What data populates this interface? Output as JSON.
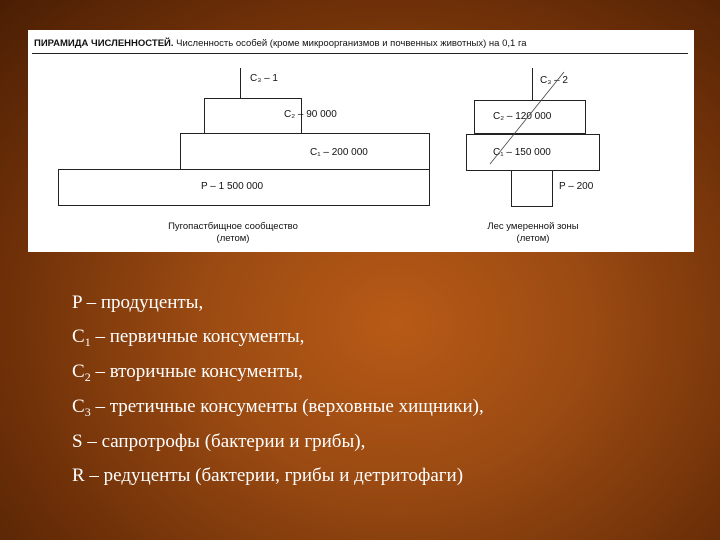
{
  "figure": {
    "title_bold": "ПИРАМИДА ЧИСЛЕННОСТЕЙ.",
    "title_rest": " Численность особей (кроме микроорганизмов и почвенных животных)  на  0,1 га",
    "left_pyramid": {
      "c3": "C₃ – 1",
      "c2": "C₂ – 90 000",
      "c1": "C₁ – 200 000",
      "p": "P – 1 500 000",
      "caption_line1": "Пугопастбищное сообщество",
      "caption_line2": "(летом)"
    },
    "right_pyramid": {
      "c3": "C₃ – 2",
      "c2": "C₂ – 120 000",
      "c1": "C₁ – 150 000",
      "p": "P – 200",
      "caption_line1": "Лес умеренной зоны",
      "caption_line2": "(летом)"
    }
  },
  "legend": [
    {
      "pre": "P – продуценты,",
      "sub": "",
      "post": ""
    },
    {
      "pre": "C",
      "sub": "1",
      "post": " – первичные консументы,"
    },
    {
      "pre": "C",
      "sub": "2",
      "post": " – вторичные консументы,"
    },
    {
      "pre": "C",
      "sub": "3",
      "post": " – третичные консументы (верховные хищники),"
    },
    {
      "pre": "S – сапротрофы (бактерии и грибы),",
      "sub": "",
      "post": ""
    },
    {
      "pre": "R – редуценты  (бактерии, грибы и детритофаги)",
      "sub": "",
      "post": ""
    }
  ]
}
